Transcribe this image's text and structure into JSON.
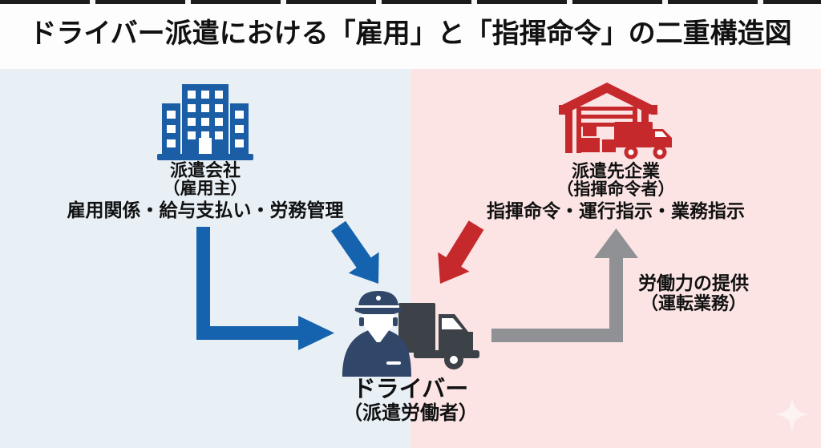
{
  "title": "ドライバー派遣における「雇用」と「指揮命令」の二重構造図",
  "colors": {
    "left_panel": "#e8eff5",
    "right_panel": "#fce4e4",
    "blue": "#1563ae",
    "icon_blue": "#1b5ea6",
    "red": "#c5292c",
    "navy": "#31476a",
    "truck_gray": "#3d4248",
    "arrow_gray": "#8f9194",
    "text": "#111111",
    "top_strip": "#1c1c1c"
  },
  "left_entity": {
    "icon": "office-building-icon",
    "name": "派遣会社",
    "role": "（雇用主）",
    "relation": "雇用関係・給与支払い・労務管理"
  },
  "right_entity": {
    "icon": "warehouse-truck-icon",
    "name": "派遣先企業",
    "role": "（指揮命令者）",
    "relation": "指揮命令・運行指示・業務指示"
  },
  "worker": {
    "icon": "driver-truck-icon",
    "name": "ドライバー",
    "role": "（派遣労働者）"
  },
  "labor_supply_label": {
    "line1": "労働力の提供",
    "line2": "（運転業務）"
  },
  "arrows": [
    {
      "name": "employment-arrow-elbow",
      "from": "派遣会社",
      "to": "ドライバー",
      "color_key": "blue"
    },
    {
      "name": "employment-arrow-diagonal",
      "from": "派遣会社",
      "to": "ドライバー",
      "color_key": "blue"
    },
    {
      "name": "command-arrow-diagonal",
      "from": "派遣先企業",
      "to": "ドライバー",
      "color_key": "red"
    },
    {
      "name": "labor-supply-arrow-elbow",
      "from": "ドライバー",
      "to": "派遣先企業",
      "color_key": "arrow_gray"
    }
  ]
}
